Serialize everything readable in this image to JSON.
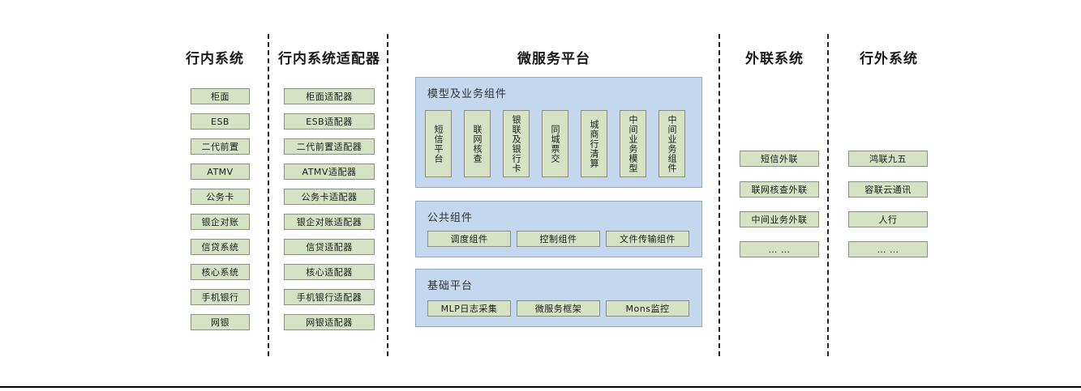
{
  "diagram": {
    "columns": [
      {
        "key": "internal-systems",
        "title": "行内系统",
        "items": [
          "柜面",
          "ESB",
          "二代前置",
          "ATMV",
          "公务卡",
          "银企对账",
          "信贷系统",
          "核心系统",
          "手机银行",
          "网银"
        ]
      },
      {
        "key": "internal-adapters",
        "title": "行内系统适配器",
        "items": [
          "柜面适配器",
          "ESB适配器",
          "二代前置适配器",
          "ATMV适配器",
          "公务卡适配器",
          "银企对账适配器",
          "信贷适配器",
          "核心适配器",
          "手机银行适配器",
          "网银适配器"
        ]
      },
      {
        "key": "microservice-platform",
        "title": "微服务平台"
      },
      {
        "key": "external-link-systems",
        "title": "外联系统",
        "items": [
          "短信外联",
          "联网核查外联",
          "中间业务外联",
          "… …"
        ]
      },
      {
        "key": "outside-bank-systems",
        "title": "行外系统",
        "items": [
          "鸿联九五",
          "容联云通讯",
          "人行",
          "… …"
        ]
      }
    ],
    "platform": {
      "panels": [
        {
          "key": "model-business-components",
          "title": "模型及业务组件",
          "orientation": "vertical",
          "items": [
            "短信平台",
            "联网核查",
            "银联及银行卡",
            "同城票交",
            "城商行清算",
            "中间业务模型",
            "中间业务组件"
          ]
        },
        {
          "key": "public-components",
          "title": "公共组件",
          "orientation": "horizontal",
          "items": [
            "调度组件",
            "控制组件",
            "文件传输组件"
          ]
        },
        {
          "key": "base-platform",
          "title": "基础平台",
          "orientation": "horizontal",
          "items": [
            "MLP日志采集",
            "微服务框架",
            "Mons监控"
          ]
        }
      ]
    },
    "colors": {
      "box_fill": "#d5e3c4",
      "box_border": "#8a8f82",
      "panel_fill": "#c3d7ef",
      "panel_border": "#8fa8c4",
      "text": "#1a1a1a",
      "divider": "#262626"
    }
  }
}
